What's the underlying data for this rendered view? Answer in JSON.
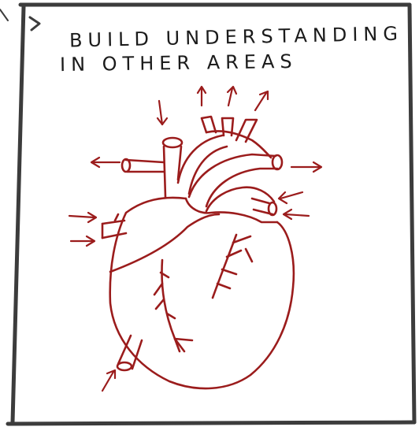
{
  "caption": {
    "line1": "BUILD UNDERSTANDING",
    "line2": "IN OTHER AREAS"
  },
  "colors": {
    "frame": "#3c3c3c",
    "ink": "#1b1b1b",
    "heart": "#9b1c1c",
    "paper": "#ffffff"
  },
  "icons": {
    "heart": "anatomical-heart-sketch",
    "arrows": "flow-arrow"
  }
}
